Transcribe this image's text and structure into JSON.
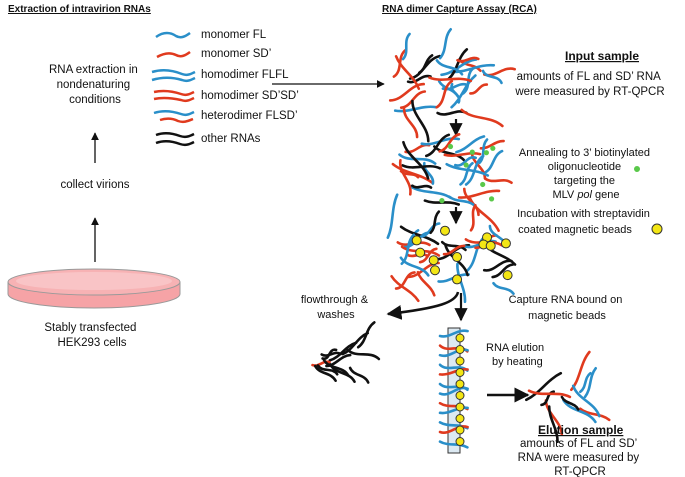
{
  "left": {
    "heading": "Extraction of intravirion RNAs",
    "rna_extraction": [
      "RNA extraction in",
      "nondenaturing",
      "conditions"
    ],
    "collect": "collect virions",
    "cells": [
      "Stably transfected",
      "HEK293 cells"
    ]
  },
  "legend": {
    "items": [
      {
        "label": "monomer FL",
        "color": "#2a8fc9"
      },
      {
        "label": "monomer SD’",
        "color": "#e03a1e"
      },
      {
        "label": "homodimer FLFL",
        "color": "#2a8fc9"
      },
      {
        "label": "homodimer SD’SD’",
        "color": "#e03a1e"
      },
      {
        "label": "heterodimer FLSD’",
        "color": "#2a8fc9"
      },
      {
        "label": "other RNAs",
        "color": "#111111"
      }
    ]
  },
  "right": {
    "heading": "RNA dimer Capture Assay (RCA)",
    "input_title": "Input sample",
    "input_desc": [
      "amounts of FL and SD’ RNA",
      "were measured by RT-QPCR"
    ],
    "annealing": [
      "Annealing to 3’ biotinylated",
      "oligonucleotide",
      "targeting the"
    ],
    "annealing_gene_prefix": "MLV ",
    "annealing_gene_italic": "pol",
    "annealing_gene_suffix": " gene",
    "incubation": [
      "Incubation with streptavidin",
      "coated magnetic beads"
    ],
    "capture": [
      "Capture RNA bound on",
      "magnetic  beads"
    ],
    "flowthrough": [
      "flowthrough &",
      "washes"
    ],
    "elution": [
      "RNA elution",
      "by heating"
    ],
    "elution_title": "Elution sample",
    "elution_desc": [
      "amounts of FL and SD’",
      "RNA were measured by",
      "RT-QPCR"
    ]
  },
  "colors": {
    "blue": "#2a8fc9",
    "red": "#e03a1e",
    "black": "#111111",
    "green": "#5ac84a",
    "bead": "#f3e614",
    "dish": "#f6a3a6",
    "column": "#dce9f2"
  }
}
